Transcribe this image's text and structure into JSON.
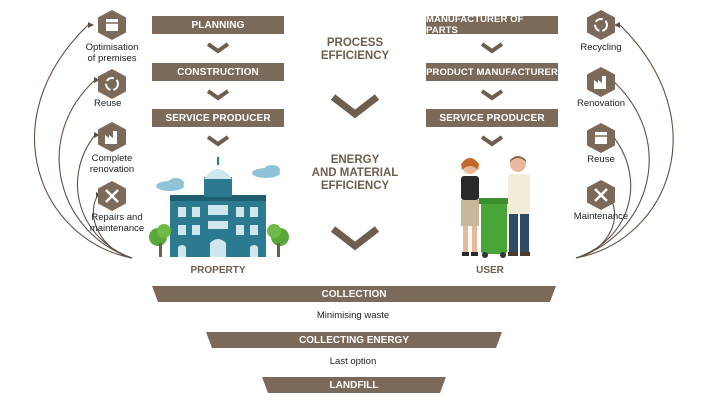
{
  "left_chain": {
    "planning": "PLANNING",
    "construction": "CONSTRUCTION",
    "service_producer": "SERVICE PRODUCER",
    "caption": "PROPERTY"
  },
  "right_chain": {
    "manufacturer_parts": "MANUFACTURER OF PARTS",
    "product_manufacturer": "PRODUCT MANUFACTURER",
    "service_producer": "SERVICE PRODUCER",
    "caption": "USER"
  },
  "center": {
    "process_efficiency": [
      "PROCESS",
      "EFFICIENCY"
    ],
    "energy_efficiency": [
      "ENERGY",
      "AND MATERIAL",
      "EFFICIENCY"
    ]
  },
  "left_loops": [
    {
      "label": [
        "Optimisation",
        "of premises"
      ],
      "icon": "box-icon"
    },
    {
      "label": [
        "Reuse"
      ],
      "icon": "recycle-icon"
    },
    {
      "label": [
        "Complete",
        "renovation"
      ],
      "icon": "factory-icon"
    },
    {
      "label": [
        "Repairs and",
        "maintenance"
      ],
      "icon": "tools-icon"
    }
  ],
  "right_loops": [
    {
      "label": [
        "Recycling"
      ],
      "icon": "recycle-icon"
    },
    {
      "label": [
        "Renovation"
      ],
      "icon": "factory-icon"
    },
    {
      "label": [
        "Reuse"
      ],
      "icon": "box-icon"
    },
    {
      "label": [
        "Maintenance"
      ],
      "icon": "tools-icon"
    }
  ],
  "funnel": {
    "collection": "COLLECTION",
    "minimising": "Minimising waste",
    "collecting_energy": "COLLECTING ENERGY",
    "last_option": "Last option",
    "landfill": "LANDFILL"
  },
  "colors": {
    "brown": "#7b6a5a",
    "dark_brown": "#6e5e50",
    "building_blue": "#2b7a8f",
    "tree_green": "#5aa83a"
  }
}
